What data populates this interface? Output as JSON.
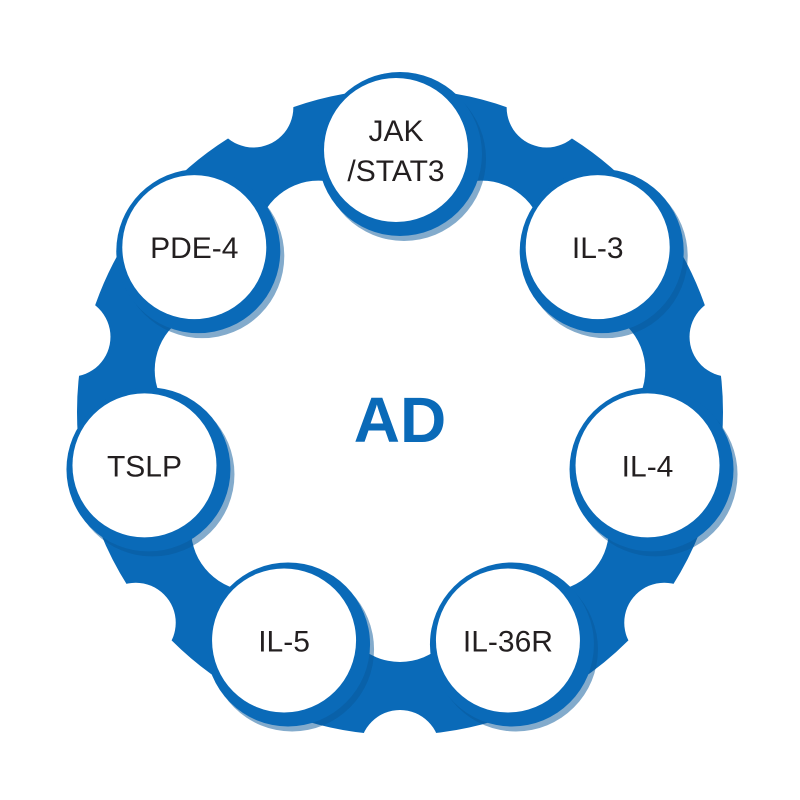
{
  "center": {
    "label": "AD"
  },
  "nodes": [
    {
      "lines": [
        "JAK",
        "/STAT3"
      ]
    },
    {
      "lines": [
        "IL-3"
      ]
    },
    {
      "lines": [
        "IL-4"
      ]
    },
    {
      "lines": [
        "IL-36R"
      ]
    },
    {
      "lines": [
        "IL-5"
      ]
    },
    {
      "lines": [
        "TSLP"
      ]
    },
    {
      "lines": [
        "PDE-4"
      ]
    }
  ],
  "colors": {
    "primary": "#0a6ab8",
    "shadow": "#08589a",
    "background": "#ffffff",
    "text": "#231f20"
  }
}
